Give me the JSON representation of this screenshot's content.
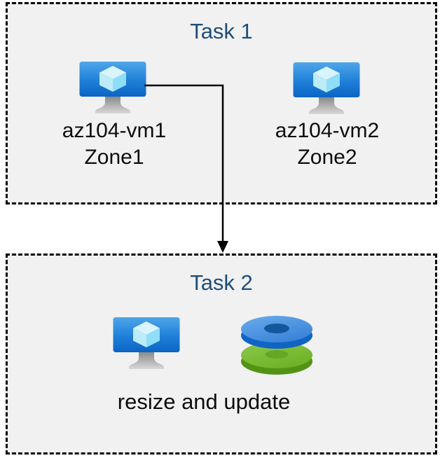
{
  "colors": {
    "page_bg": "#ffffff",
    "box_bg": "#f1f1f1",
    "box_border": "#000000",
    "title_color": "#1f4e79",
    "text_color": "#0d0d0d",
    "arrow_color": "#000000",
    "vm_screen_blue": "#1f7fd8",
    "disk_top_blue": "#3a83d8",
    "disk_top_green": "#6fb226"
  },
  "task1": {
    "title": "Task 1",
    "vms": [
      {
        "name": "az104-vm1",
        "zone": "Zone1",
        "icon": "virtual-machine-icon"
      },
      {
        "name": "az104-vm2",
        "zone": "Zone2",
        "icon": "virtual-machine-icon"
      }
    ]
  },
  "task2": {
    "title": "Task 2",
    "caption": "resize and update",
    "icons": [
      {
        "icon": "virtual-machine-icon"
      },
      {
        "icon": "disks-icon"
      }
    ]
  },
  "connector": {
    "from": "az104-vm1",
    "to": "Task 2"
  }
}
